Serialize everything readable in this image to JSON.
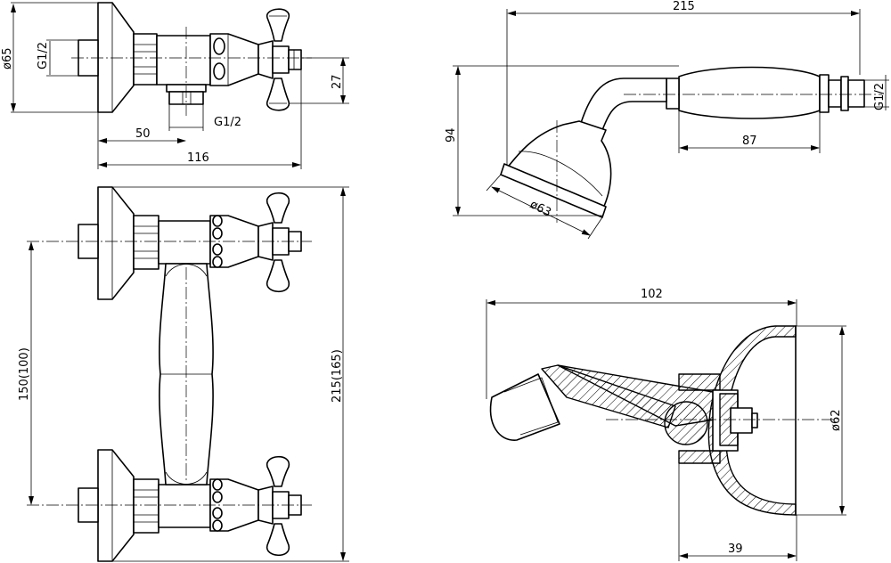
{
  "views": {
    "top_left": {
      "dia_label": "ø65",
      "thread_top": "G1/2",
      "thread_bottom": "G1/2",
      "dim_27": "27",
      "dim_50": "50",
      "dim_116": "116"
    },
    "front": {
      "dim_150": "150(100)",
      "dim_215": "215(165)"
    },
    "hand_shower": {
      "dim_215": "215",
      "dim_94": "94",
      "dim_87": "87",
      "dia_63": "ø63",
      "thread": "G1/2"
    },
    "bracket": {
      "dim_102": "102",
      "dia_62": "ø62",
      "dim_39": "39"
    }
  }
}
